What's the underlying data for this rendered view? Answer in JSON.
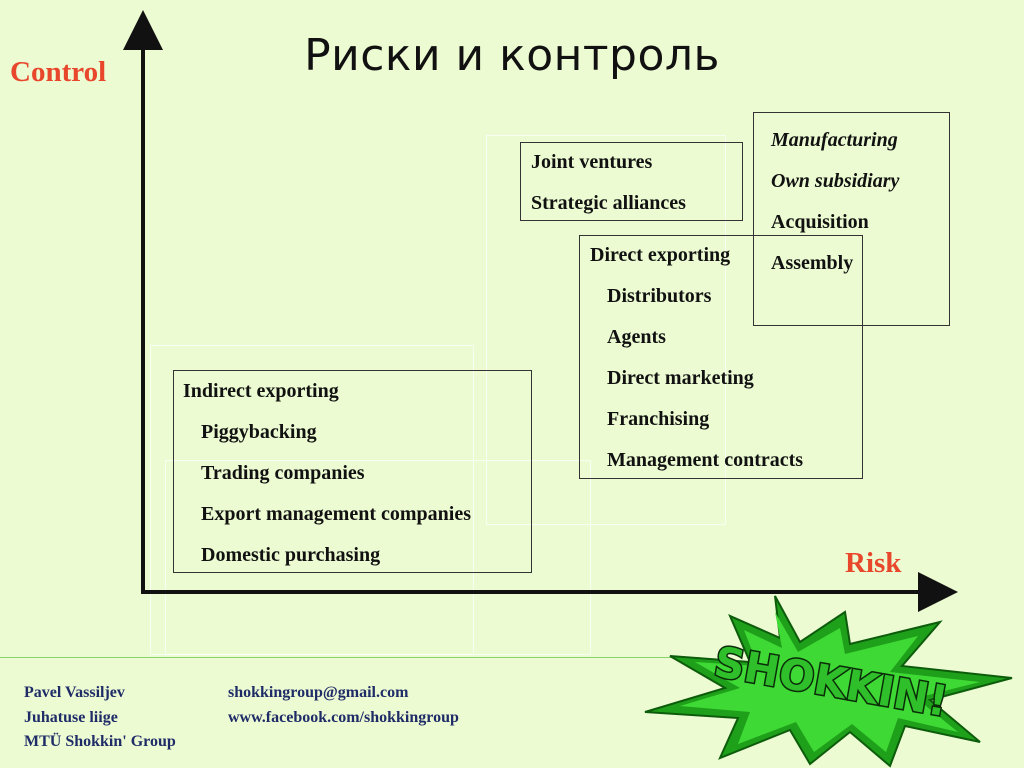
{
  "title": "Риски и контроль",
  "axes": {
    "y_label": "Control",
    "x_label": "Risk"
  },
  "boxes": {
    "indirect": {
      "heading": "Indirect exporting",
      "items": [
        "Piggybacking",
        "Trading companies",
        "Export management companies",
        "Domestic purchasing"
      ]
    },
    "joint": {
      "items": [
        "Joint ventures",
        "Strategic alliances"
      ]
    },
    "direct": {
      "heading": "Direct exporting",
      "items": [
        "Distributors",
        "Agents",
        "Direct marketing",
        "Franchising",
        "Management contracts"
      ]
    },
    "manufacturing": {
      "items": [
        "Manufacturing",
        "Own subsidiary",
        "Acquisition",
        "Assembly"
      ]
    }
  },
  "footer": {
    "name": "Pavel Vassiljev",
    "role": "Juhatuse liige",
    "org": "MTÜ Shokkin' Group",
    "email": "shokkingroup@gmail.com",
    "facebook": "www.facebook.com/shokkingroup"
  },
  "logo": {
    "text": "SHOKKIN!",
    "fill": "#2fbf2a",
    "burst": "#1fa01a"
  },
  "colors": {
    "background": "#ecfbd2",
    "axis_label": "#e8472c",
    "footer_text": "#1f2c68"
  }
}
